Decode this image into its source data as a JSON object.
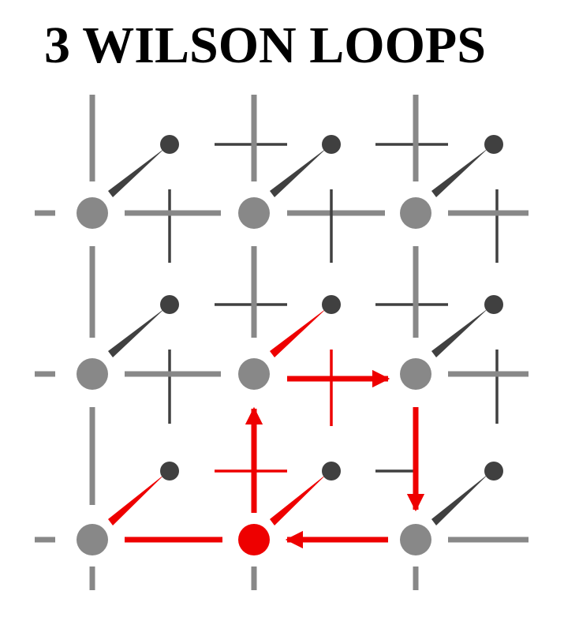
{
  "title": "3 WILSON LOOPS",
  "colors": {
    "background": "#ffffff",
    "back_site": "#404040",
    "front_site": "#888888",
    "highlight": "#ee0000",
    "title": "#000000"
  },
  "lattice": {
    "front_sites": 9,
    "back_sites": 9,
    "highlighted_site": "front-bottom-middle",
    "loop_arrows": [
      "left-link-up",
      "middle-link-right",
      "right-link-down",
      "bottom-link-left"
    ]
  }
}
